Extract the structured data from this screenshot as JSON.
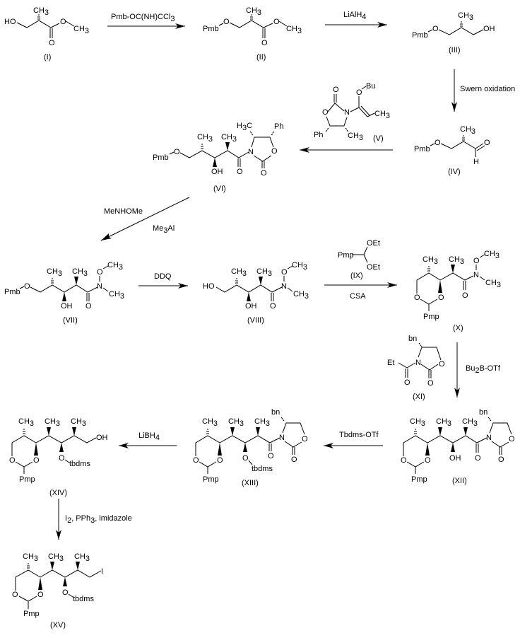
{
  "title": "Synthesis scheme (I) to (XV)",
  "colors": {
    "ink": "#000000",
    "background": "#ffffff"
  },
  "compounds": {
    "c1": {
      "label": "(I)",
      "groups": {
        "ho": "HO",
        "me": "CH",
        "me_sub": "3",
        "o_ester": "O",
        "ome": "CH",
        "ome_sub": "3",
        "carbonyl_o": "O"
      }
    },
    "c2": {
      "label": "(II)",
      "groups": {
        "pmb": "Pmb",
        "o": "O",
        "me": "CH",
        "me_sub": "3",
        "o_ester": "O",
        "ome": "CH",
        "ome_sub": "3",
        "carbonyl_o": "O"
      }
    },
    "c3": {
      "label": "(III)",
      "groups": {
        "pmb": "Pmb",
        "o": "O",
        "me": "CH",
        "me_sub": "3",
        "oh": "OH"
      }
    },
    "c4": {
      "label": "(IV)",
      "groups": {
        "pmb": "Pmb",
        "o": "O",
        "me": "CH",
        "me_sub": "3",
        "ald_o": "O",
        "ald_h": "H"
      }
    },
    "c5": {
      "label": "(V)",
      "groups": {
        "o_bu": "O",
        "bu": "Bu",
        "carbonyl_o": "O",
        "ring_o": "O",
        "n": "N",
        "me": "CH",
        "me_sub": "3",
        "ph": "Ph",
        "ring_me": "CH",
        "ring_me_sub": "3"
      }
    },
    "c6": {
      "label": "(VI)",
      "groups": {
        "pmb": "Pmb",
        "o": "O",
        "me1": "CH",
        "me1_sub": "3",
        "me2": "CH",
        "me2_sub": "3",
        "oh": "OH",
        "carbonyl_o": "O",
        "n": "N",
        "h3c": "H",
        "h3c_sub": "3",
        "h3c_c": "C",
        "ph": "Ph",
        "ring_o": "O",
        "ring_co": "O"
      }
    },
    "c7": {
      "label": "(VII)",
      "groups": {
        "pmb": "Pmb",
        "o": "O",
        "me1": "CH",
        "me1_sub": "3",
        "me2": "CH",
        "me2_sub": "3",
        "oh": "OH",
        "carbonyl_o": "O",
        "n": "N",
        "no": "O",
        "ome": "CH",
        "ome_sub": "3",
        "nme": "CH",
        "nme_sub": "3"
      }
    },
    "c8": {
      "label": "(VIII)",
      "groups": {
        "ho": "HO",
        "me1": "CH",
        "me1_sub": "3",
        "me2": "CH",
        "me2_sub": "3",
        "oh": "OH",
        "carbonyl_o": "O",
        "n": "N",
        "no": "O",
        "ome": "CH",
        "ome_sub": "3",
        "nme": "CH",
        "nme_sub": "3"
      }
    },
    "c9": {
      "label": "(IX)",
      "groups": {
        "pmp": "Pmp",
        "oet1": "OEt",
        "oet2": "OEt"
      }
    },
    "c10": {
      "label": "(X)",
      "groups": {
        "me1": "CH",
        "me1_sub": "3",
        "me2": "CH",
        "me2_sub": "3",
        "o1": "O",
        "o2": "O",
        "pmp": "Pmp",
        "carbonyl_o": "O",
        "n": "N",
        "no": "O",
        "ome": "CH",
        "ome_sub": "3",
        "nme": "CH",
        "nme_sub": "3"
      }
    },
    "c11": {
      "label": "(XI)",
      "groups": {
        "bn": "bn",
        "et": "Et",
        "n": "N",
        "ring_o": "O",
        "carbonyl_o": "O",
        "ring_co": "O"
      }
    },
    "c12": {
      "label": "(XII)",
      "groups": {
        "me1": "CH",
        "me1_sub": "3",
        "me2": "CH",
        "me2_sub": "3",
        "me3": "CH",
        "me3_sub": "3",
        "o1": "O",
        "o2": "O",
        "pmp": "Pmp",
        "oh": "OH",
        "carbonyl_o": "O",
        "n": "N",
        "bn": "bn",
        "ring_o": "O",
        "ring_co": "O"
      }
    },
    "c13": {
      "label": "(XIII)",
      "groups": {
        "me1": "CH",
        "me1_sub": "3",
        "me2": "CH",
        "me2_sub": "3",
        "me3": "CH",
        "me3_sub": "3",
        "o1": "O",
        "o2": "O",
        "pmp": "Pmp",
        "otb": "O",
        "tbdms": "tbdms",
        "carbonyl_o": "O",
        "n": "N",
        "bn": "bn",
        "ring_o": "O",
        "ring_co": "O"
      }
    },
    "c14": {
      "label": "(XIV)",
      "groups": {
        "me1": "CH",
        "me1_sub": "3",
        "me2": "CH",
        "me2_sub": "3",
        "me3": "CH",
        "me3_sub": "3",
        "o1": "O",
        "o2": "O",
        "pmp": "Pmp",
        "otb": "O",
        "tbdms": "tbdms",
        "oh": "OH"
      }
    },
    "c15": {
      "label": "(XV)",
      "groups": {
        "me1": "CH",
        "me1_sub": "3",
        "me2": "CH",
        "me2_sub": "3",
        "me3": "CH",
        "me3_sub": "3",
        "o1": "O",
        "o2": "O",
        "pmp": "Pmp",
        "otb": "O",
        "tbdms": "tbdms",
        "iodo": "I"
      }
    }
  },
  "reagents": {
    "r1": {
      "text": "Pmb-OC(NH)CCl",
      "sub": "3"
    },
    "r2": {
      "text": "LiAlH",
      "sub": "4"
    },
    "r3": {
      "text": "Swern oxidation"
    },
    "r5_top": {
      "text": "MeNHOMe"
    },
    "r5_bottom": {
      "text": "Me",
      "sub": "3",
      "tail": "Al"
    },
    "r6": {
      "text": "DDQ"
    },
    "r7": {
      "text": "CSA"
    },
    "r8": {
      "text": "Bu",
      "sub": "2",
      "tail": "B-OTf"
    },
    "r9": {
      "text": "Tbdms-OTf"
    },
    "r10": {
      "text": "LiBH",
      "sub": "4"
    },
    "r11": {
      "text": "I",
      "sub": "2",
      "mid": ", PPh",
      "sub2": "3",
      "tail": ", imidazole"
    }
  }
}
